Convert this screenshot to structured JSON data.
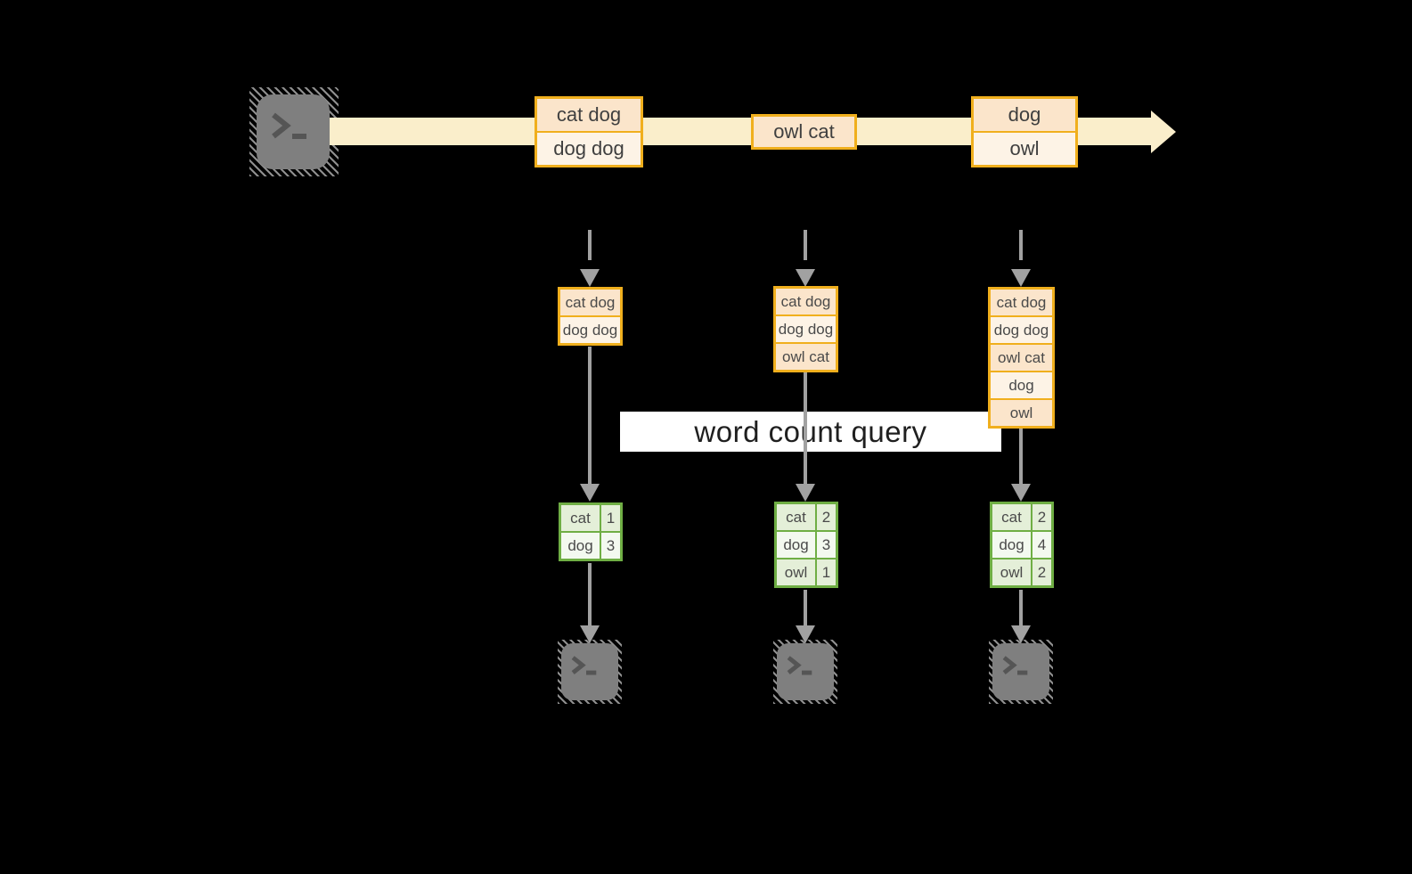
{
  "labels": {
    "query": "word count query"
  },
  "colors": {
    "background": "#000000",
    "stream_band": "#faeecb",
    "event_border": "#f0af1d",
    "event_fill_peach": "#fbe5cb",
    "event_fill_cream": "#fdf3e6",
    "table_border": "#6fae44",
    "table_fill_dark": "#e4efd8",
    "table_fill_light": "#f3f9ef",
    "arrow_gray": "#a1a1a1",
    "terminal_gray": "#7f7f7f",
    "query_label_bg": "#ffffff"
  },
  "icons": {
    "source": "terminal-icon",
    "sinks": [
      "terminal-icon",
      "terminal-icon",
      "terminal-icon"
    ]
  },
  "stream": {
    "boxes": [
      {
        "cells": [
          "cat dog",
          "dog dog"
        ]
      },
      {
        "cells": [
          "owl cat"
        ]
      },
      {
        "cells": [
          "dog",
          "owl"
        ]
      }
    ]
  },
  "states": [
    {
      "rows": [
        "cat dog",
        "dog dog"
      ]
    },
    {
      "rows": [
        "cat dog",
        "dog dog",
        "owl cat"
      ]
    },
    {
      "rows": [
        "cat dog",
        "dog dog",
        "owl cat",
        "dog",
        "owl"
      ]
    }
  ],
  "counts": [
    {
      "rows": [
        {
          "word": "cat",
          "value": "1"
        },
        {
          "word": "dog",
          "value": "3"
        }
      ]
    },
    {
      "rows": [
        {
          "word": "cat",
          "value": "2"
        },
        {
          "word": "dog",
          "value": "3"
        },
        {
          "word": "owl",
          "value": "1"
        }
      ]
    },
    {
      "rows": [
        {
          "word": "cat",
          "value": "2"
        },
        {
          "word": "dog",
          "value": "4"
        },
        {
          "word": "owl",
          "value": "2"
        }
      ]
    }
  ]
}
